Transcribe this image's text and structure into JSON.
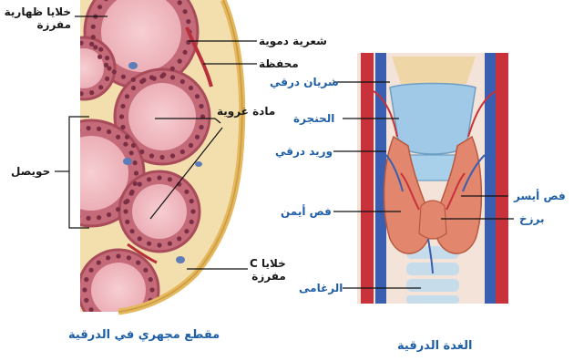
{
  "histology": {
    "caption": "مقطع مجهري في الدرقية",
    "labels": {
      "epithelial_cells": "خلايا ظهارية\nمفرزة",
      "capillary": "شعرية دموية",
      "capsule": "محفظة",
      "colloid": "مادة غروية",
      "follicle": "حويصل",
      "c_cells": "C خلايا\nمفرزة"
    }
  },
  "gland": {
    "caption": "الغدة الدرقية",
    "labels": {
      "thyroid_artery": "شريان درقي",
      "larynx": "الحنجرة",
      "thyroid_vein": "وريد درقي",
      "right_lobe": "فص أيمن",
      "trachea": "الرغامى",
      "left_lobe": "فص أيسر",
      "isthmus": "برزخ"
    }
  },
  "colors": {
    "cell_pink": "#c97a86",
    "colloid_pink": "#f0bcc2",
    "capsule_yellow": "#efd79a",
    "artery_red": "#c8323a",
    "vein_blue": "#3a5fb0",
    "cartilage_blue": "#9fc9e6",
    "label_blue": "#1f5fa8"
  }
}
